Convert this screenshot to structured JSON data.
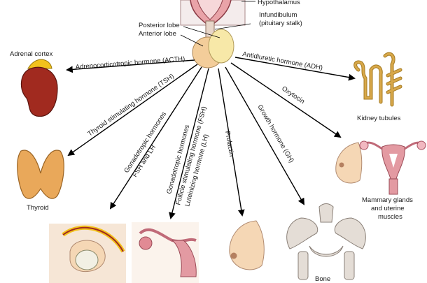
{
  "labels": {
    "hypothalamus": "Hypothalamus",
    "infundibulum_line1": "Infundibulum",
    "infundibulum_line2": "(pituitary stalk)",
    "posterior_lobe": "Posterior lobe",
    "anterior_lobe": "Anterior lobe",
    "adrenal_cortex": "Adrenal cortex",
    "thyroid": "Thyroid",
    "kidney_tubules": "Kidney tubules",
    "mammary_line1": "Mammary glands",
    "mammary_line2": "and uterine",
    "mammary_line3": "muscles",
    "bone": "Bone"
  },
  "hormones": {
    "acth": "Adrenocorticotropic hormone (ACTH)",
    "tsh": "Thyroid stimulating hormone (TSH)",
    "gonado1_line1": "Gonadotropic hormones",
    "gonado1_line2": "FSH and LH",
    "gonado2_line1": "Gonadotropic hormones",
    "gonado2_line2": "Follicle stimulating hormone (FSH)",
    "gonado2_line3": "Luteinizing hormone (LH)",
    "prolactin": "Prolactin",
    "gh": "Growth hormone (GH)",
    "oxytocin": "Oxytocin",
    "adh": "Antidiuretic hormone (ADH)"
  },
  "colors": {
    "pituitary_anterior": "#f3cd9a",
    "pituitary_posterior": "#f7e8a8",
    "hypothalamus_pink": "#e9a3a8",
    "adrenal_yellow": "#f2c21c",
    "kidney_red": "#a12a1f",
    "thyroid_tan": "#e9a85a",
    "tubule_gold": "#d8a84a",
    "skin": "#f5d7b5",
    "areola": "#b58060",
    "uterus_pink": "#e39aa2",
    "bone_gray": "#e4ddd6"
  }
}
